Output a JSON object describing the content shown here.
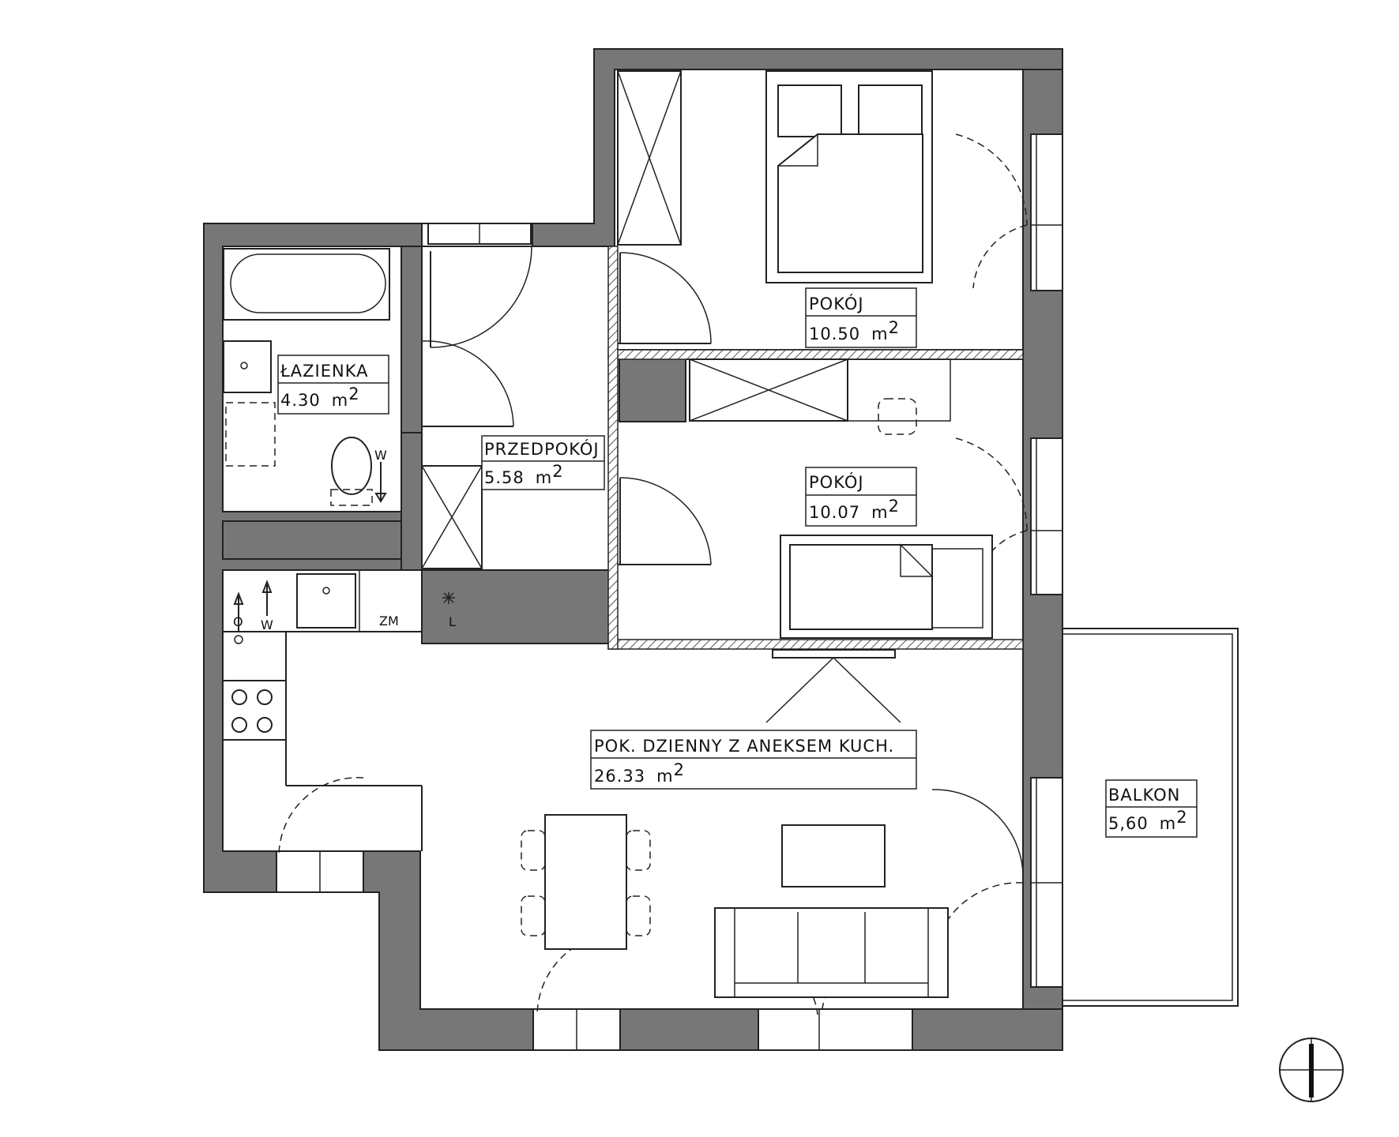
{
  "plan": {
    "rooms": [
      {
        "id": "pokoj-1",
        "name": "POKÓJ",
        "area": "10.50",
        "unit": "m",
        "unit_sup": "2"
      },
      {
        "id": "pokoj-2",
        "name": "POKÓJ",
        "area": "10.07",
        "unit": "m",
        "unit_sup": "2"
      },
      {
        "id": "lazienka",
        "name": "ŁAZIENKA",
        "area": "4.30",
        "unit": "m",
        "unit_sup": "2"
      },
      {
        "id": "przedpokoj",
        "name": "PRZEDPOKÓJ",
        "area": "5.58",
        "unit": "m",
        "unit_sup": "2"
      },
      {
        "id": "dzienny",
        "name": "POK. DZIENNY Z ANEKSEM KUCH.",
        "area": "26.33",
        "unit": "m",
        "unit_sup": "2"
      },
      {
        "id": "balkon",
        "name": "BALKON",
        "area": "5,60",
        "unit": "m",
        "unit_sup": "2"
      }
    ],
    "fixture_labels": {
      "bathroom_water": "W",
      "kitchen_water_o": "O",
      "kitchen_water_w": "W",
      "fridge": "ZM",
      "dishwasher": "L"
    },
    "colors": {
      "wall": "#777777",
      "line": "#222222",
      "background": "#ffffff"
    },
    "icons": [
      "compass-icon",
      "bathtub-icon",
      "toilet-icon",
      "sink-icon",
      "cooktop-icon",
      "bed-icon",
      "desk-chair-icon",
      "sofa-icon",
      "dining-table-icon",
      "tv-icon"
    ]
  }
}
